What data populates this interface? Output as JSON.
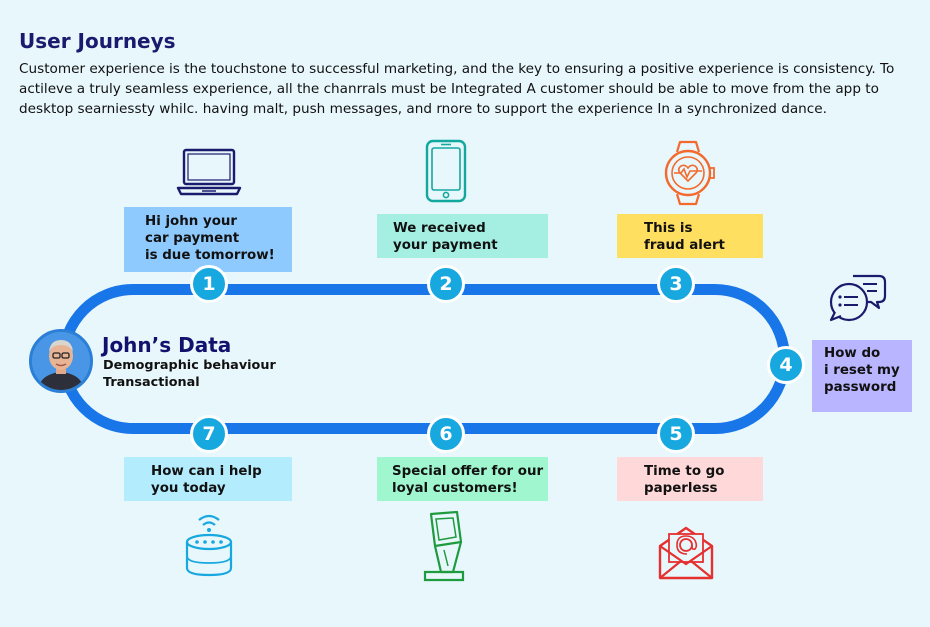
{
  "header": {
    "title": "User Journeys",
    "description": "Customer experience is the touchstone to successful marketing, and the key to ensuring a positive experience is consistency. To actileve a truly seamless experience, all the chanrrals must be Integrated A customer should be able to move from the app to desktop searniessty whilc. having malt, push messages, and rnore to support the experience In a synchronized dance."
  },
  "profile": {
    "name": "John’s Data",
    "line1": "Demographic behaviour",
    "line2": "Transactional"
  },
  "steps": [
    {
      "number": "1",
      "lines": [
        "Hi john your",
        "car payment",
        "is due tomorrow!"
      ],
      "channel_icon": "laptop-icon",
      "color": "#8fcaff"
    },
    {
      "number": "2",
      "lines": [
        "We received",
        "your payment"
      ],
      "channel_icon": "smartphone-icon",
      "color": "#a5efe2"
    },
    {
      "number": "3",
      "lines": [
        "This is",
        "fraud alert"
      ],
      "channel_icon": "smartwatch-icon",
      "color": "#ffdf5f"
    },
    {
      "number": "4",
      "lines": [
        "How do",
        "i reset my",
        "password"
      ],
      "channel_icon": "chat-bubbles-icon",
      "color": "#b9b5ff"
    },
    {
      "number": "5",
      "lines": [
        "Time to go",
        "paperless"
      ],
      "channel_icon": "email-icon",
      "color": "#ffd9d9"
    },
    {
      "number": "6",
      "lines": [
        "Special offer for our",
        "loyal customers!"
      ],
      "channel_icon": "kiosk-icon",
      "color": "#a0f7cf"
    },
    {
      "number": "7",
      "lines": [
        "How can i help",
        "you today"
      ],
      "channel_icon": "smart-speaker-icon",
      "color": "#b3ecfd"
    }
  ],
  "colors": {
    "track": "#1976e8",
    "node": "#18a8e0",
    "title": "#1a1a6e",
    "background": "#e8f7fc"
  }
}
